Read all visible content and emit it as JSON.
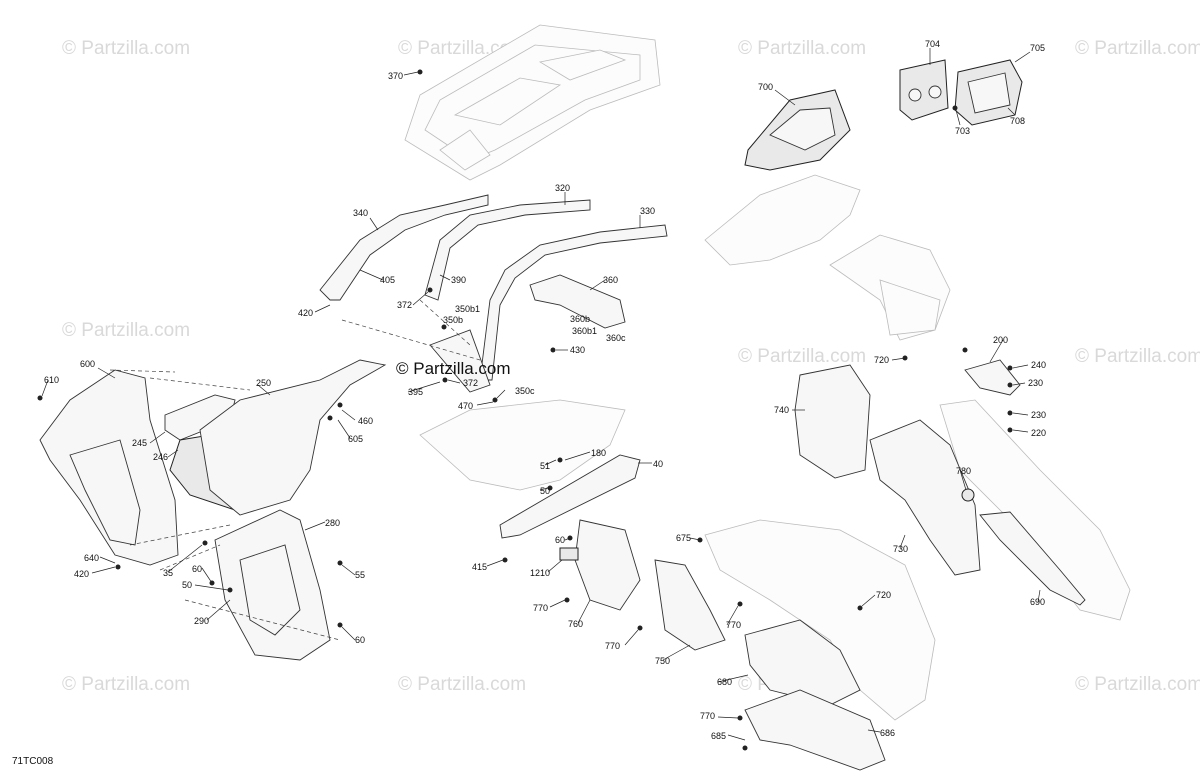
{
  "watermark": {
    "text": "© Partzilla.com",
    "center_text": "© Partzilla.com"
  },
  "diagram_code": "71TC008",
  "callouts": [
    {
      "id": "370",
      "label": "370"
    },
    {
      "id": "704",
      "label": "704"
    },
    {
      "id": "705",
      "label": "705"
    },
    {
      "id": "700",
      "label": "700"
    },
    {
      "id": "703",
      "label": "703"
    },
    {
      "id": "708",
      "label": "708"
    },
    {
      "id": "320",
      "label": "320"
    },
    {
      "id": "330",
      "label": "330"
    },
    {
      "id": "340",
      "label": "340"
    },
    {
      "id": "405",
      "label": "405"
    },
    {
      "id": "390",
      "label": "390"
    },
    {
      "id": "360",
      "label": "360"
    },
    {
      "id": "372a",
      "label": "372"
    },
    {
      "id": "350b1",
      "label": "350b1"
    },
    {
      "id": "350b",
      "label": "350b"
    },
    {
      "id": "360b",
      "label": "360b"
    },
    {
      "id": "360b1",
      "label": "360b1"
    },
    {
      "id": "360c",
      "label": "360c"
    },
    {
      "id": "420a",
      "label": "420"
    },
    {
      "id": "430",
      "label": "430"
    },
    {
      "id": "372b",
      "label": "372"
    },
    {
      "id": "395",
      "label": "395"
    },
    {
      "id": "350c",
      "label": "350c"
    },
    {
      "id": "470",
      "label": "470"
    },
    {
      "id": "600",
      "label": "600"
    },
    {
      "id": "610",
      "label": "610"
    },
    {
      "id": "250",
      "label": "250"
    },
    {
      "id": "460",
      "label": "460"
    },
    {
      "id": "605",
      "label": "605"
    },
    {
      "id": "245",
      "label": "245"
    },
    {
      "id": "246",
      "label": "246"
    },
    {
      "id": "720a",
      "label": "720"
    },
    {
      "id": "200",
      "label": "200"
    },
    {
      "id": "240",
      "label": "240"
    },
    {
      "id": "230a",
      "label": "230"
    },
    {
      "id": "230b",
      "label": "230"
    },
    {
      "id": "220",
      "label": "220"
    },
    {
      "id": "740",
      "label": "740"
    },
    {
      "id": "180",
      "label": "180"
    },
    {
      "id": "51",
      "label": "51"
    },
    {
      "id": "40",
      "label": "40"
    },
    {
      "id": "50a",
      "label": "50"
    },
    {
      "id": "780",
      "label": "780"
    },
    {
      "id": "280",
      "label": "280"
    },
    {
      "id": "730",
      "label": "730"
    },
    {
      "id": "60a",
      "label": "60"
    },
    {
      "id": "675",
      "label": "675"
    },
    {
      "id": "640",
      "label": "640"
    },
    {
      "id": "420b",
      "label": "420"
    },
    {
      "id": "35",
      "label": "35"
    },
    {
      "id": "60b",
      "label": "60"
    },
    {
      "id": "50b",
      "label": "50"
    },
    {
      "id": "55",
      "label": "55"
    },
    {
      "id": "415",
      "label": "415"
    },
    {
      "id": "1210",
      "label": "1210"
    },
    {
      "id": "690",
      "label": "690"
    },
    {
      "id": "720b",
      "label": "720"
    },
    {
      "id": "770a",
      "label": "770"
    },
    {
      "id": "760",
      "label": "760"
    },
    {
      "id": "290",
      "label": "290"
    },
    {
      "id": "770b",
      "label": "770"
    },
    {
      "id": "770c",
      "label": "770"
    },
    {
      "id": "60c",
      "label": "60"
    },
    {
      "id": "750",
      "label": "750"
    },
    {
      "id": "680",
      "label": "680"
    },
    {
      "id": "770d",
      "label": "770"
    },
    {
      "id": "685",
      "label": "685"
    },
    {
      "id": "686",
      "label": "686"
    }
  ]
}
